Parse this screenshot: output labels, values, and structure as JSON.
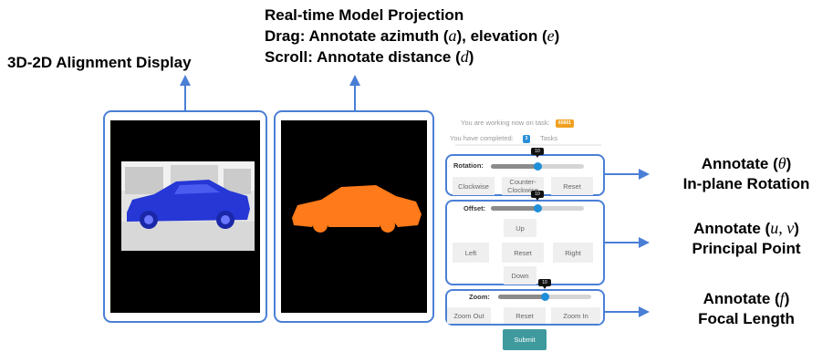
{
  "headings": {
    "left": "3D-2D Alignment Display",
    "center_line1": "Real-time Model Projection",
    "center_line2_pre": "Drag: Annotate azimuth (",
    "center_line2_a": "a",
    "center_line2_mid": "), elevation (",
    "center_line2_e": "e",
    "center_line2_post": ")",
    "center_line3_pre": "Scroll: Annotate distance (",
    "center_line3_d": "d",
    "center_line3_post": ")"
  },
  "right_labels": {
    "rotation": {
      "line1_pre": "Annotate (",
      "symbol": "θ",
      "line1_post": ")",
      "line2": "In-plane Rotation"
    },
    "offset": {
      "line1_pre": "Annotate (",
      "symbol": "u, v",
      "line1_post": ")",
      "line2": "Principal Point"
    },
    "zoom": {
      "line1_pre": "Annotate (",
      "symbol": "f",
      "line1_post": ")",
      "line2": "Focal Length"
    }
  },
  "control_panel": {
    "task_text": "You are working now on task:",
    "task_id": "65661",
    "completed_text": "You  have completed:",
    "completed_count": "3",
    "tasks_text": "Tasks",
    "rotation": {
      "label": "Rotation:",
      "slider_level": 0.5,
      "tooltip": "10",
      "buttons": [
        "Clockwise",
        "Counter-Clockwise",
        "Reset"
      ]
    },
    "offset": {
      "label": "Offset:",
      "slider_level": 0.5,
      "tooltip": "10",
      "buttons": {
        "up": "Up",
        "left": "Left",
        "reset": "Reset",
        "right": "Right",
        "down": "Down"
      }
    },
    "zoom": {
      "label": "Zoom:",
      "slider_level": 0.5,
      "tooltip": "10",
      "buttons": [
        "Zoom Out",
        "Reset",
        "Zoom In"
      ]
    },
    "submit_label": "Submit"
  },
  "colors": {
    "frame_blue": "#4a7fd6",
    "car_blue": "#2637d6",
    "car_orange": "#ff7a1a",
    "task_badge": "#f0a020",
    "count_badge": "#2a8fd8",
    "submit": "#3f9a9e"
  }
}
